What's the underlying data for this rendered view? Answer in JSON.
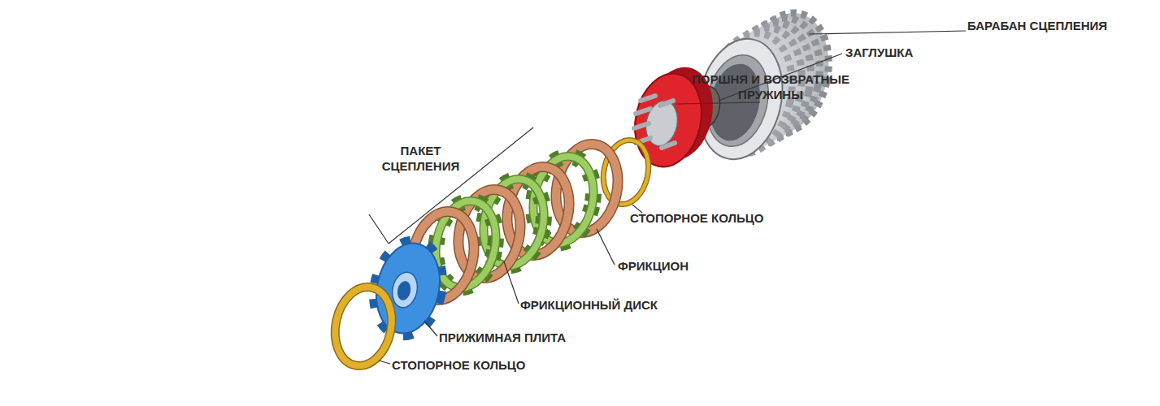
{
  "diagram": {
    "labels": [
      "БАРАБАН СЦЕПЛЕНИЯ",
      "ЗАГЛУШКА",
      "ПОРШНЯ И ВОЗВРАТНЫЕ ПРУЖИНЫ",
      "ПАКЕТ СЦЕПЛЕНИЯ",
      "СТОПОРНОЕ КОЛЬЦО",
      "ФРИКЦИОН",
      "ФРИКЦИОННЫЙ ДИСК",
      "ПРИЖИМНАЯ ПЛИТА",
      "СТОПОРНОЕ КОЛЬЦО"
    ]
  }
}
